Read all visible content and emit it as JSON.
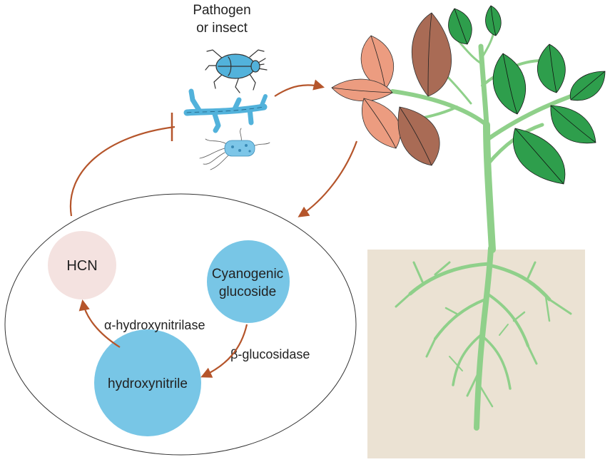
{
  "labels": {
    "pathogen_line1": "Pathogen",
    "pathogen_line2": "or insect",
    "hcn": "HCN",
    "cyanogenic_line1": "Cyanogenic",
    "cyanogenic_line2": "glucoside",
    "hydroxynitrile": "hydroxynitrile",
    "alpha_enzyme": "α-hydroxynitrilase",
    "beta_enzyme": "β-glucosidase"
  },
  "colors": {
    "arrow": "#b5552b",
    "stem": "#8fd08a",
    "stem_dark": "#5a9a56",
    "soil": "#ebe2d3",
    "leaf_green": "#2e9e4c",
    "leaf_salmon": "#ec9c80",
    "leaf_brown": "#a96b55",
    "node_blue": "#78c6e6",
    "node_pink": "#f4e2e0",
    "organism": "#52b2db"
  },
  "icons": {
    "beetle": "beetle-icon",
    "fungus": "fungal-hypha-icon",
    "bacterium": "bacterium-icon"
  }
}
